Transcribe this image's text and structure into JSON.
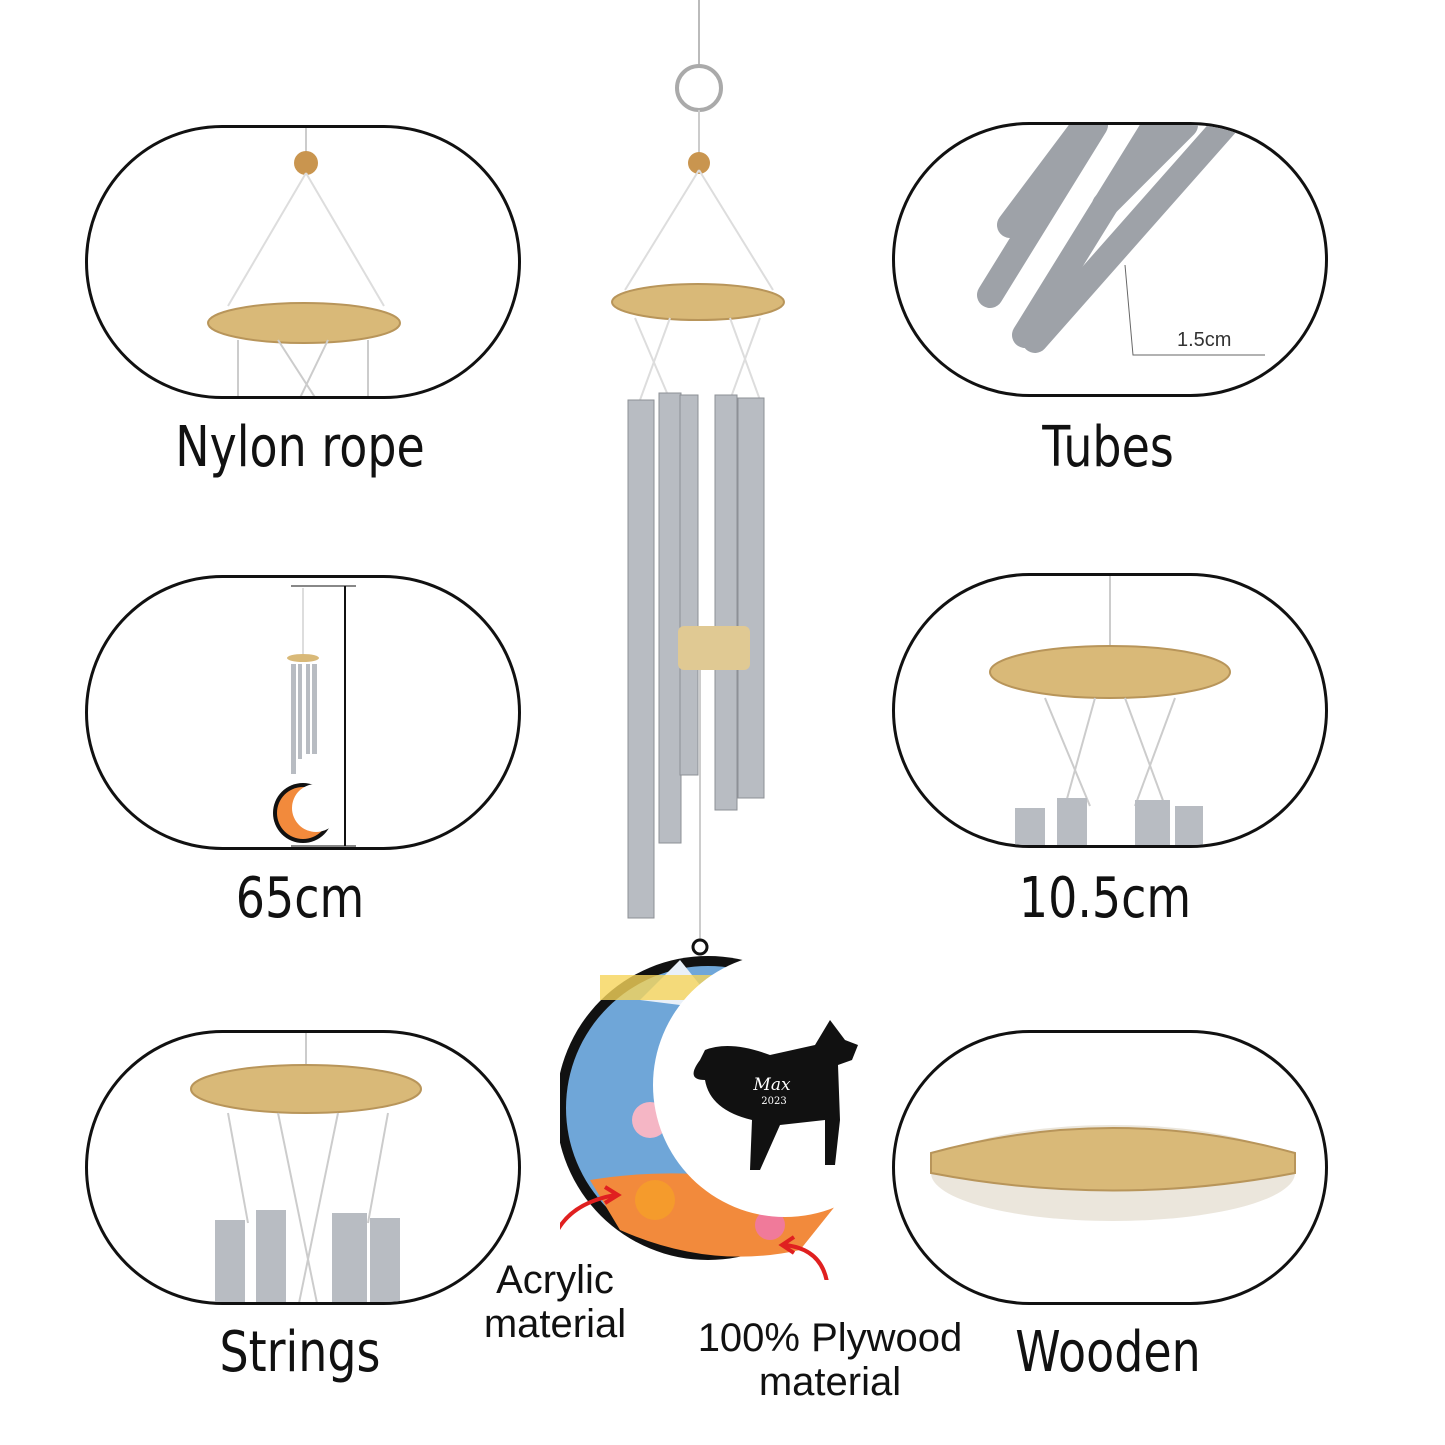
{
  "features": [
    {
      "label": "Nylon rope"
    },
    {
      "label": "Tubes"
    },
    {
      "label": "65cm"
    },
    {
      "label": "10.5cm"
    },
    {
      "label": "Strings"
    },
    {
      "label": "Wooden"
    }
  ],
  "tube_dimension": "1.5cm",
  "pendant": {
    "name": "Max",
    "year": "2023"
  },
  "annotations": {
    "acrylic": "Acrylic material",
    "plywood_line1": "100% Plywood",
    "plywood_line2": "material"
  },
  "colors": {
    "wood": "#d9b978",
    "metal": "#b8bcc2",
    "outline": "#111111",
    "arrow": "#e02020"
  }
}
